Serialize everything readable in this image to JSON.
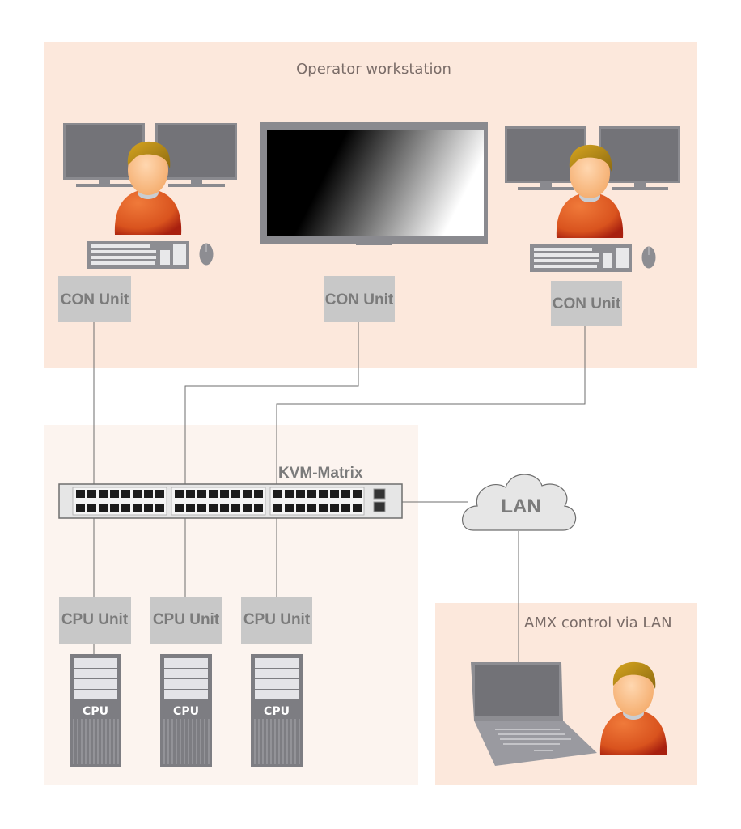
{
  "zones": {
    "operator": {
      "title": "Operator workstation",
      "color": "#fce8dc"
    },
    "servers": {
      "color": "#fcf4ef"
    },
    "amx": {
      "title": "AMX control via LAN",
      "color": "#fce8dc"
    }
  },
  "con_units": [
    {
      "label": "CON Unit"
    },
    {
      "label": "CON Unit"
    },
    {
      "label": "CON Unit"
    }
  ],
  "cpu_units": [
    {
      "label": "CPU Unit"
    },
    {
      "label": "CPU Unit"
    },
    {
      "label": "CPU Unit"
    }
  ],
  "cpu_towers": [
    {
      "label": "CPU"
    },
    {
      "label": "CPU"
    },
    {
      "label": "CPU"
    }
  ],
  "matrix": {
    "label": "KVM-Matrix"
  },
  "lan": {
    "label": "LAN"
  },
  "colors": {
    "unit_box": "#c8c8c8",
    "device_gray": "#7d7d82",
    "person_shirt": "#d9531e",
    "wire": "#6e6e6e"
  }
}
